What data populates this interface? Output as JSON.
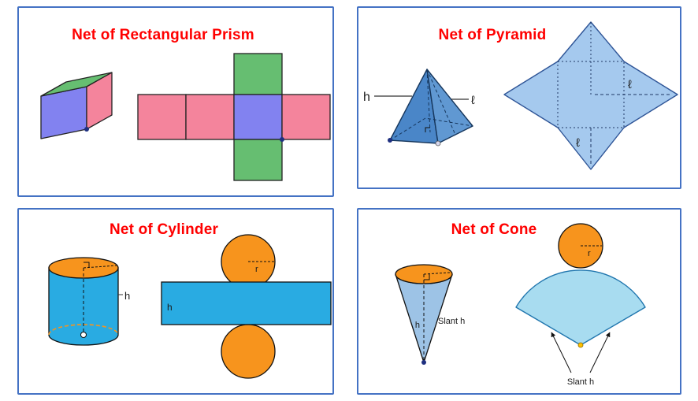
{
  "colors": {
    "title_red": "#FF0000",
    "panel_border": "#4472C4",
    "pink": "#F4849C",
    "purple": "#8282F0",
    "green": "#66BE71",
    "pyramid_blue": "#4A86C8",
    "pyramid_blue_light": "#6098D2",
    "net_light_blue": "#A5C9EE",
    "cylinder_blue": "#29ABE2",
    "orange": "#F7941D",
    "cone_blue": "#9DC3E6",
    "sector_blue": "#A8DCF0",
    "navy": "#1F3080",
    "yellow": "#FFC000"
  },
  "panels": {
    "prism": {
      "title": "Net of Rectangular Prism"
    },
    "pyramid": {
      "title": "Net of Pyramid",
      "labels": {
        "height": "h",
        "slant_3d": "ℓ",
        "slant_net_right": "ℓ",
        "slant_net_bottom": "ℓ"
      }
    },
    "cylinder": {
      "title": "Net of Cylinder",
      "labels": {
        "height_3d": "h",
        "radius_net": "r",
        "height_net": "h"
      }
    },
    "cone": {
      "title": "Net of Cone",
      "labels": {
        "height_3d": "h",
        "slant_3d": "Slant h",
        "radius_net": "r",
        "slant_net": "Slant h"
      }
    }
  }
}
